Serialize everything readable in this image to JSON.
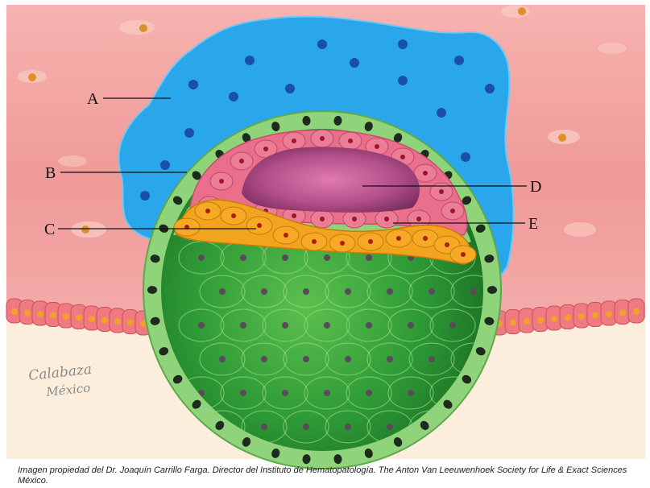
{
  "labels": {
    "a": "A",
    "b": "B",
    "c": "C",
    "d": "D",
    "e": "E"
  },
  "watermark": {
    "line1": "Calabaza",
    "line2": "México"
  },
  "caption": {
    "line1": "Imagen propiedad del Dr. Joaquín Carrillo Farga. Director del Instituto de Hematopatología. The Anton Van Leeuwenhoek Society for Life & Exact Sciences",
    "line2": "México."
  },
  "colors": {
    "endometrium": "#f2a0a0",
    "uterine_lumen": "#fbeee0",
    "maternal_blood": "#2aa7ec",
    "trophoblast": "#7ccf6a",
    "cavity": "#2e9a3a",
    "epiblast": "#e86f8a",
    "hypoblast": "#f2a21c",
    "amniotic_cavity": "#a0487a"
  }
}
